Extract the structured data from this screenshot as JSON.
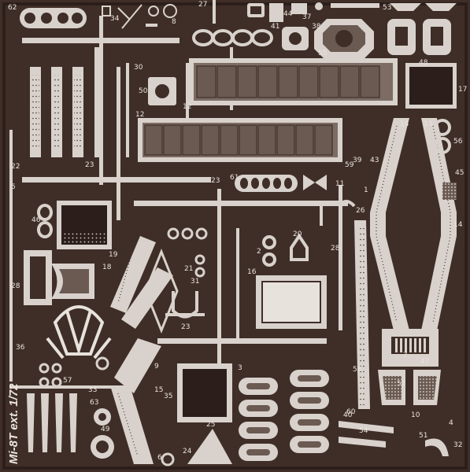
{
  "sheet": {
    "title": "Mi-8T ext. 1/72",
    "colors": {
      "base": "#3f2e28",
      "dark": "#2c1f1b",
      "metal": "#d9d2cc",
      "etched": "#6a5a52",
      "panel": "#7c6c64",
      "highlight": "#f4efe9"
    }
  },
  "part_numbers": [
    {
      "id": "n62",
      "text": "62"
    },
    {
      "id": "n34",
      "text": "34"
    },
    {
      "id": "n8",
      "text": "8"
    },
    {
      "id": "n27",
      "text": "27"
    },
    {
      "id": "n41",
      "text": "41"
    },
    {
      "id": "n37",
      "text": "37"
    },
    {
      "id": "n38",
      "text": "38"
    },
    {
      "id": "n44",
      "text": "44"
    },
    {
      "id": "n53",
      "text": "53"
    },
    {
      "id": "n55",
      "text": "55"
    },
    {
      "id": "n48",
      "text": "48"
    },
    {
      "id": "n17",
      "text": "17"
    },
    {
      "id": "n30",
      "text": "30"
    },
    {
      "id": "n50",
      "text": "50"
    },
    {
      "id": "n12a",
      "text": "12"
    },
    {
      "id": "n12b",
      "text": "12"
    },
    {
      "id": "n22",
      "text": "22"
    },
    {
      "id": "n23a",
      "text": "23"
    },
    {
      "id": "n23b",
      "text": "23"
    },
    {
      "id": "n5",
      "text": "5"
    },
    {
      "id": "n39",
      "text": "39"
    },
    {
      "id": "n43",
      "text": "43"
    },
    {
      "id": "n14a",
      "text": "14"
    },
    {
      "id": "n13a",
      "text": "13"
    },
    {
      "id": "n56",
      "text": "56"
    },
    {
      "id": "n45",
      "text": "45"
    },
    {
      "id": "n1",
      "text": "1"
    },
    {
      "id": "n26",
      "text": "26"
    },
    {
      "id": "n14b",
      "text": "14"
    },
    {
      "id": "n46",
      "text": "46"
    },
    {
      "id": "n28a",
      "text": "28"
    },
    {
      "id": "n18",
      "text": "18"
    },
    {
      "id": "n19",
      "text": "19"
    },
    {
      "id": "n2",
      "text": "2"
    },
    {
      "id": "n16",
      "text": "16"
    },
    {
      "id": "n20",
      "text": "20"
    },
    {
      "id": "n31",
      "text": "31"
    },
    {
      "id": "n21",
      "text": "21"
    },
    {
      "id": "n28b",
      "text": "28"
    },
    {
      "id": "n36",
      "text": "36"
    },
    {
      "id": "n23c",
      "text": "23"
    },
    {
      "id": "n33",
      "text": "33"
    },
    {
      "id": "n57",
      "text": "57"
    },
    {
      "id": "n47",
      "text": "47"
    },
    {
      "id": "n52",
      "text": "52"
    },
    {
      "id": "n9",
      "text": "9"
    },
    {
      "id": "n15",
      "text": "15"
    },
    {
      "id": "n10",
      "text": "10"
    },
    {
      "id": "n35",
      "text": "35"
    },
    {
      "id": "n60",
      "text": "60"
    },
    {
      "id": "n59",
      "text": "59"
    },
    {
      "id": "n63",
      "text": "63"
    },
    {
      "id": "n49",
      "text": "49"
    },
    {
      "id": "n25",
      "text": "25"
    },
    {
      "id": "n24",
      "text": "24"
    },
    {
      "id": "n6",
      "text": "6"
    },
    {
      "id": "n3",
      "text": "3"
    },
    {
      "id": "n32",
      "text": "32"
    },
    {
      "id": "n4",
      "text": "4"
    },
    {
      "id": "n7",
      "text": "7"
    },
    {
      "id": "n58",
      "text": "58"
    },
    {
      "id": "n40",
      "text": "40"
    },
    {
      "id": "n54",
      "text": "54"
    },
    {
      "id": "n61",
      "text": "61"
    },
    {
      "id": "n51",
      "text": "51"
    },
    {
      "id": "n11",
      "text": "11"
    }
  ]
}
